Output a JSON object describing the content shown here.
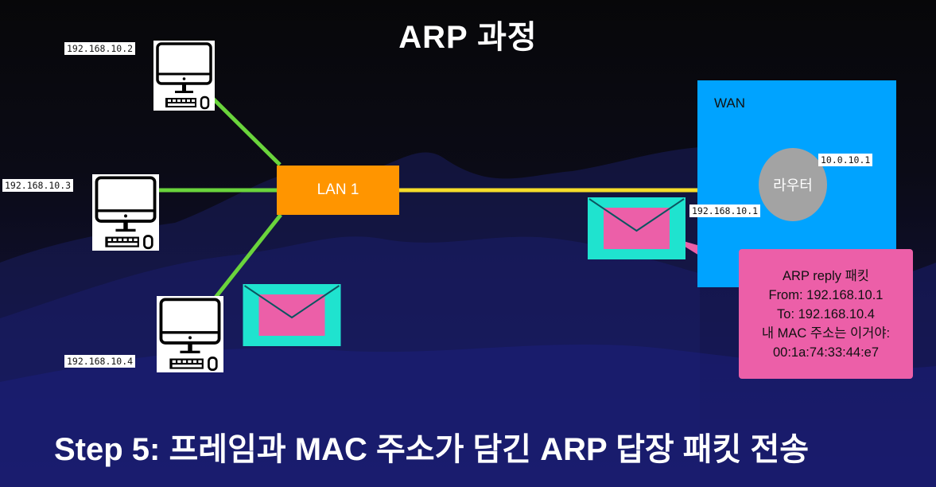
{
  "title": "ARP 과정",
  "step_caption": "Step 5: 프레임과 MAC 주소가 담긴 ARP 답장 패킷 전송",
  "hosts": [
    {
      "ip": "192.168.10.2"
    },
    {
      "ip": "192.168.10.3"
    },
    {
      "ip": "192.168.10.4"
    }
  ],
  "switch_label": "LAN 1",
  "wan_label": "WAN",
  "router": {
    "label": "라우터",
    "wan_ip": "10.0.10.1",
    "lan_ip": "192.168.10.1"
  },
  "reply_packet": {
    "lines": [
      "ARP reply 패킷",
      "From: 192.168.10.1",
      "To: 192.168.10.4",
      "내 MAC 주소는 이거야:",
      "00:1a:74:33:44:e7"
    ]
  },
  "colors": {
    "switch": "#ff9500",
    "wan": "#00a3ff",
    "router": "#a3a3a3",
    "host_link": "#6ad43c",
    "uplink": "#f5dc2a",
    "envelope_frame": "#1fe3cf",
    "envelope_body": "#ec5fa8",
    "reply_box": "#ec5fa8"
  },
  "icons": {
    "host": "desktop-computer-icon",
    "packet": "envelope-icon"
  }
}
